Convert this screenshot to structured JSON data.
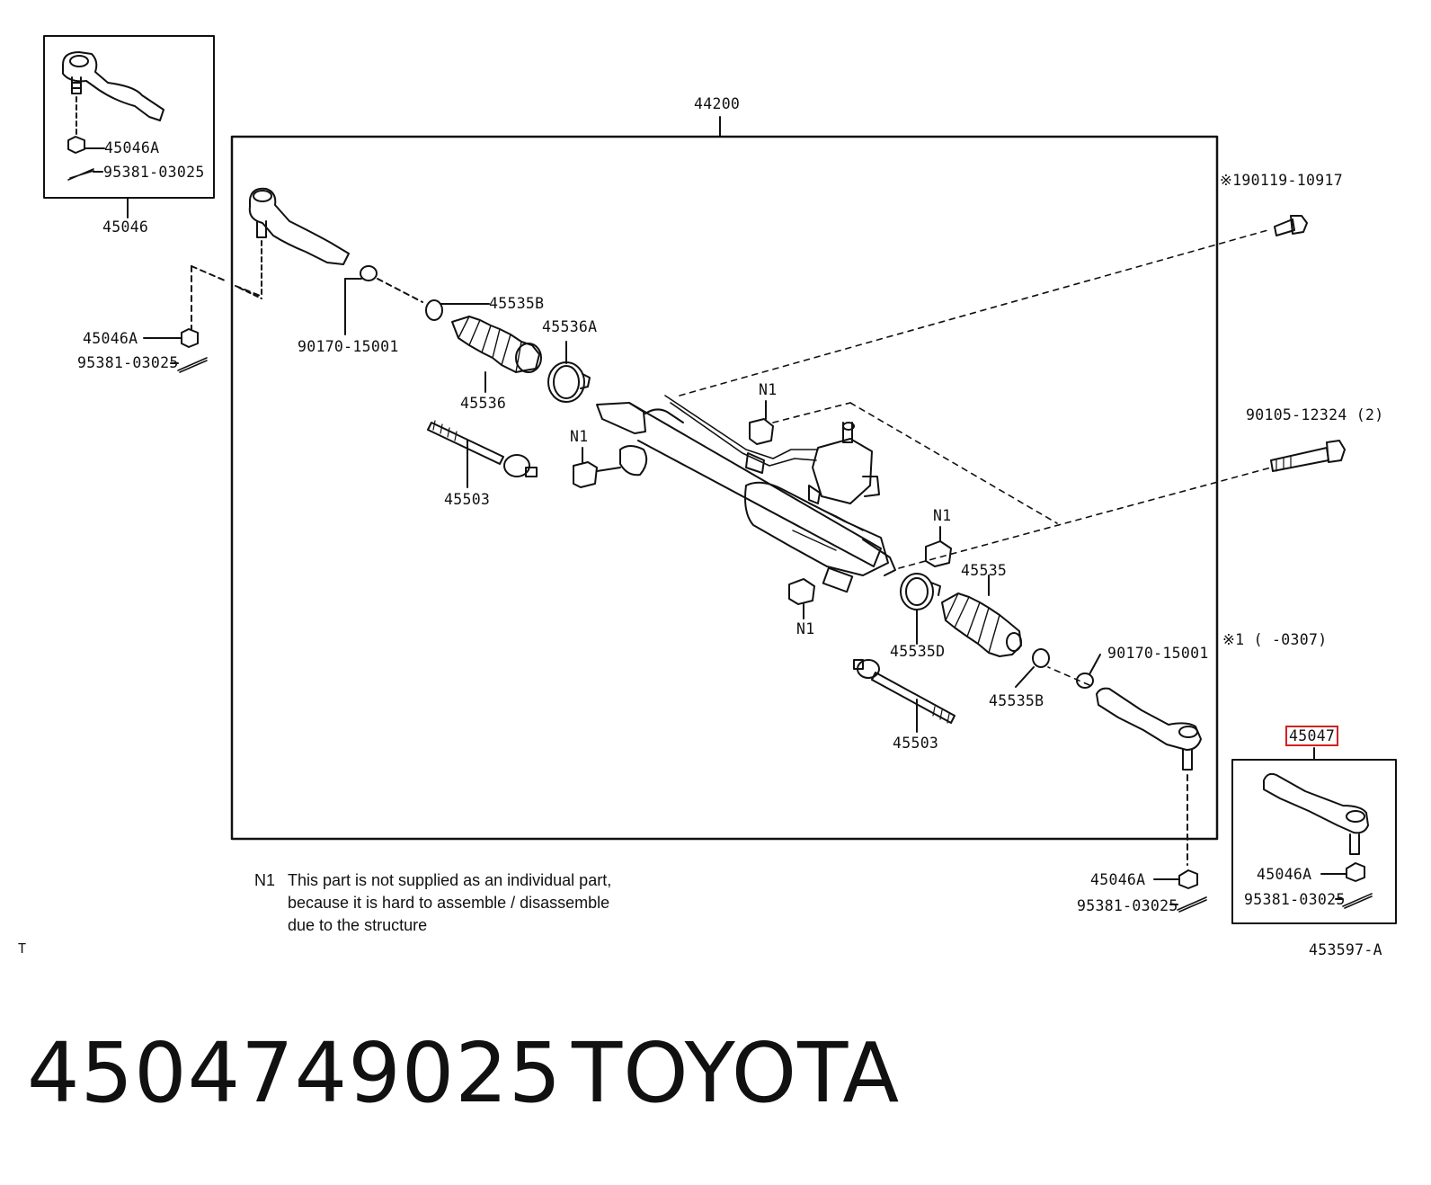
{
  "diagram": {
    "assembly_number": "44200",
    "inset_left_label": "45046",
    "inset_right_label": "45047",
    "parts": {
      "nut_45046A": "45046A",
      "cotter_pin": "95381-03025",
      "bolt_top": "※190119-10917",
      "bolt_right": "90105-12324 (2)",
      "clip_b": "45535B",
      "clamp_a": "45536A",
      "boot_left": "45536",
      "tie_rod_left": "45503",
      "grommet_left": "90170-15001",
      "grommet_right": "90170-15001",
      "boot_right": "45535",
      "clamp_d": "45535D",
      "clip_b_right": "45535B",
      "tie_rod_right": "45503",
      "n1": "N1"
    },
    "footnote_marker": "※1 (        -0307)",
    "note_key": "N1",
    "note_lines": [
      "This part is not supplied as an individual part,",
      "because it is hard to assemble / disassemble",
      "due to the structure"
    ],
    "corner_left": "T",
    "figure_code": "453597-A"
  },
  "caption": {
    "part_number": "4504749025",
    "brand": "TOYOTA"
  }
}
